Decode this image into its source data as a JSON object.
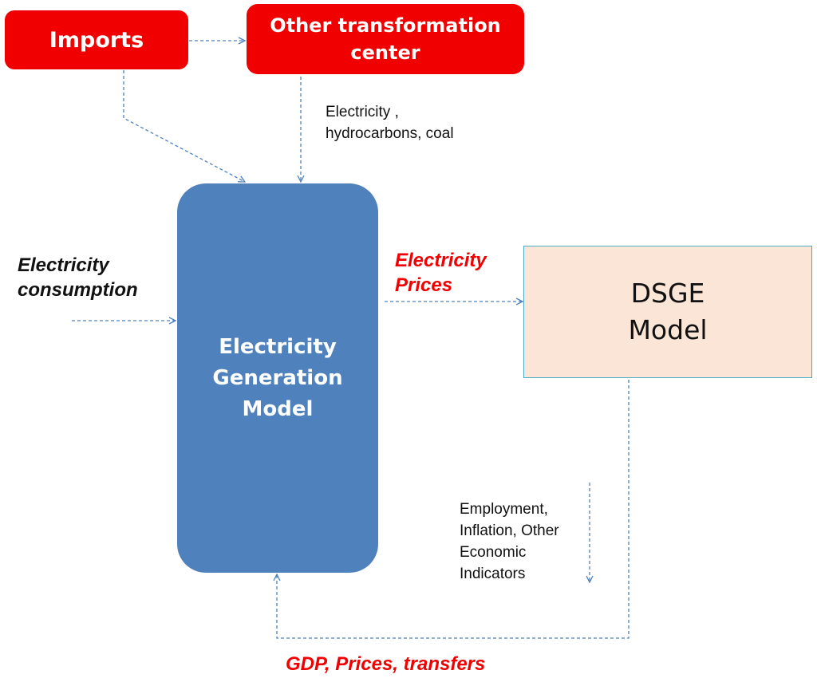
{
  "nodes": {
    "imports": "Imports",
    "other_transformation": "Other transformation center",
    "generation_model": "Electricity\nGeneration\nModel",
    "dsge_model": "DSGE\nModel"
  },
  "labels": {
    "fuels": "Electricity ,\nhydrocarbons, coal",
    "consumption": "Electricity\nconsumption",
    "prices": "Electricity\nPrices",
    "indicators": "Employment,\nInflation, Other\nEconomic\nIndicators",
    "feedback": "GDP, Prices, transfers"
  },
  "colors": {
    "source_box": "#f00000",
    "generation_box": "#4f81bd",
    "dsge_fill": "#fbe5d6",
    "dsge_border": "#4bacc6",
    "arrow": "#4f81bd",
    "highlight_text": "#f00000"
  }
}
